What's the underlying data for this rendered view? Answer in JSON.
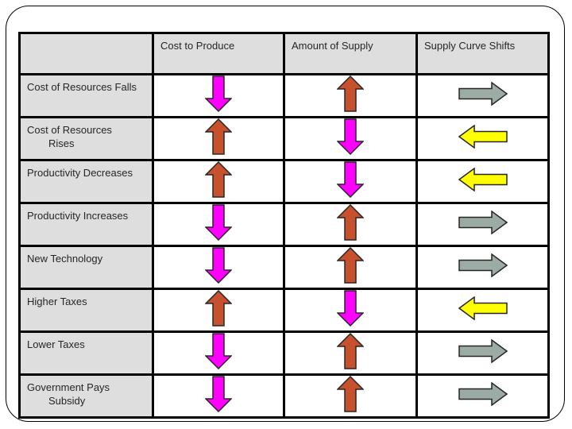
{
  "table": {
    "header": {
      "corner": "",
      "col1": "Cost to Produce",
      "col2": "Amount of Supply",
      "col3": "Supply Curve Shifts"
    },
    "rows": [
      {
        "label_line1": "Cost of Resources Falls",
        "label_line2": "",
        "cost": "down",
        "supply": "up",
        "shift": "right"
      },
      {
        "label_line1": "Cost of Resources",
        "label_line2": "Rises",
        "cost": "up",
        "supply": "down",
        "shift": "left"
      },
      {
        "label_line1": "Productivity Decreases",
        "label_line2": "",
        "cost": "up",
        "supply": "down",
        "shift": "left"
      },
      {
        "label_line1": "Productivity Increases",
        "label_line2": "",
        "cost": "down",
        "supply": "up",
        "shift": "right"
      },
      {
        "label_line1": "New Technology",
        "label_line2": "",
        "cost": "down",
        "supply": "up",
        "shift": "right"
      },
      {
        "label_line1": "Higher Taxes",
        "label_line2": "",
        "cost": "up",
        "supply": "down",
        "shift": "left"
      },
      {
        "label_line1": "Lower Taxes",
        "label_line2": "",
        "cost": "down",
        "supply": "up",
        "shift": "right"
      },
      {
        "label_line1": "Government Pays",
        "label_line2": "Subsidy",
        "cost": "down",
        "supply": "up",
        "shift": "right"
      }
    ],
    "arrow_colors": {
      "up": "#C6512C",
      "down": "#FF00FF",
      "left": "#FFFF00",
      "right": "#9CABA4"
    },
    "arrow_outline": "#262626",
    "header_bg": "#dedede",
    "border_color": "#000000",
    "text_color": "#262626"
  }
}
